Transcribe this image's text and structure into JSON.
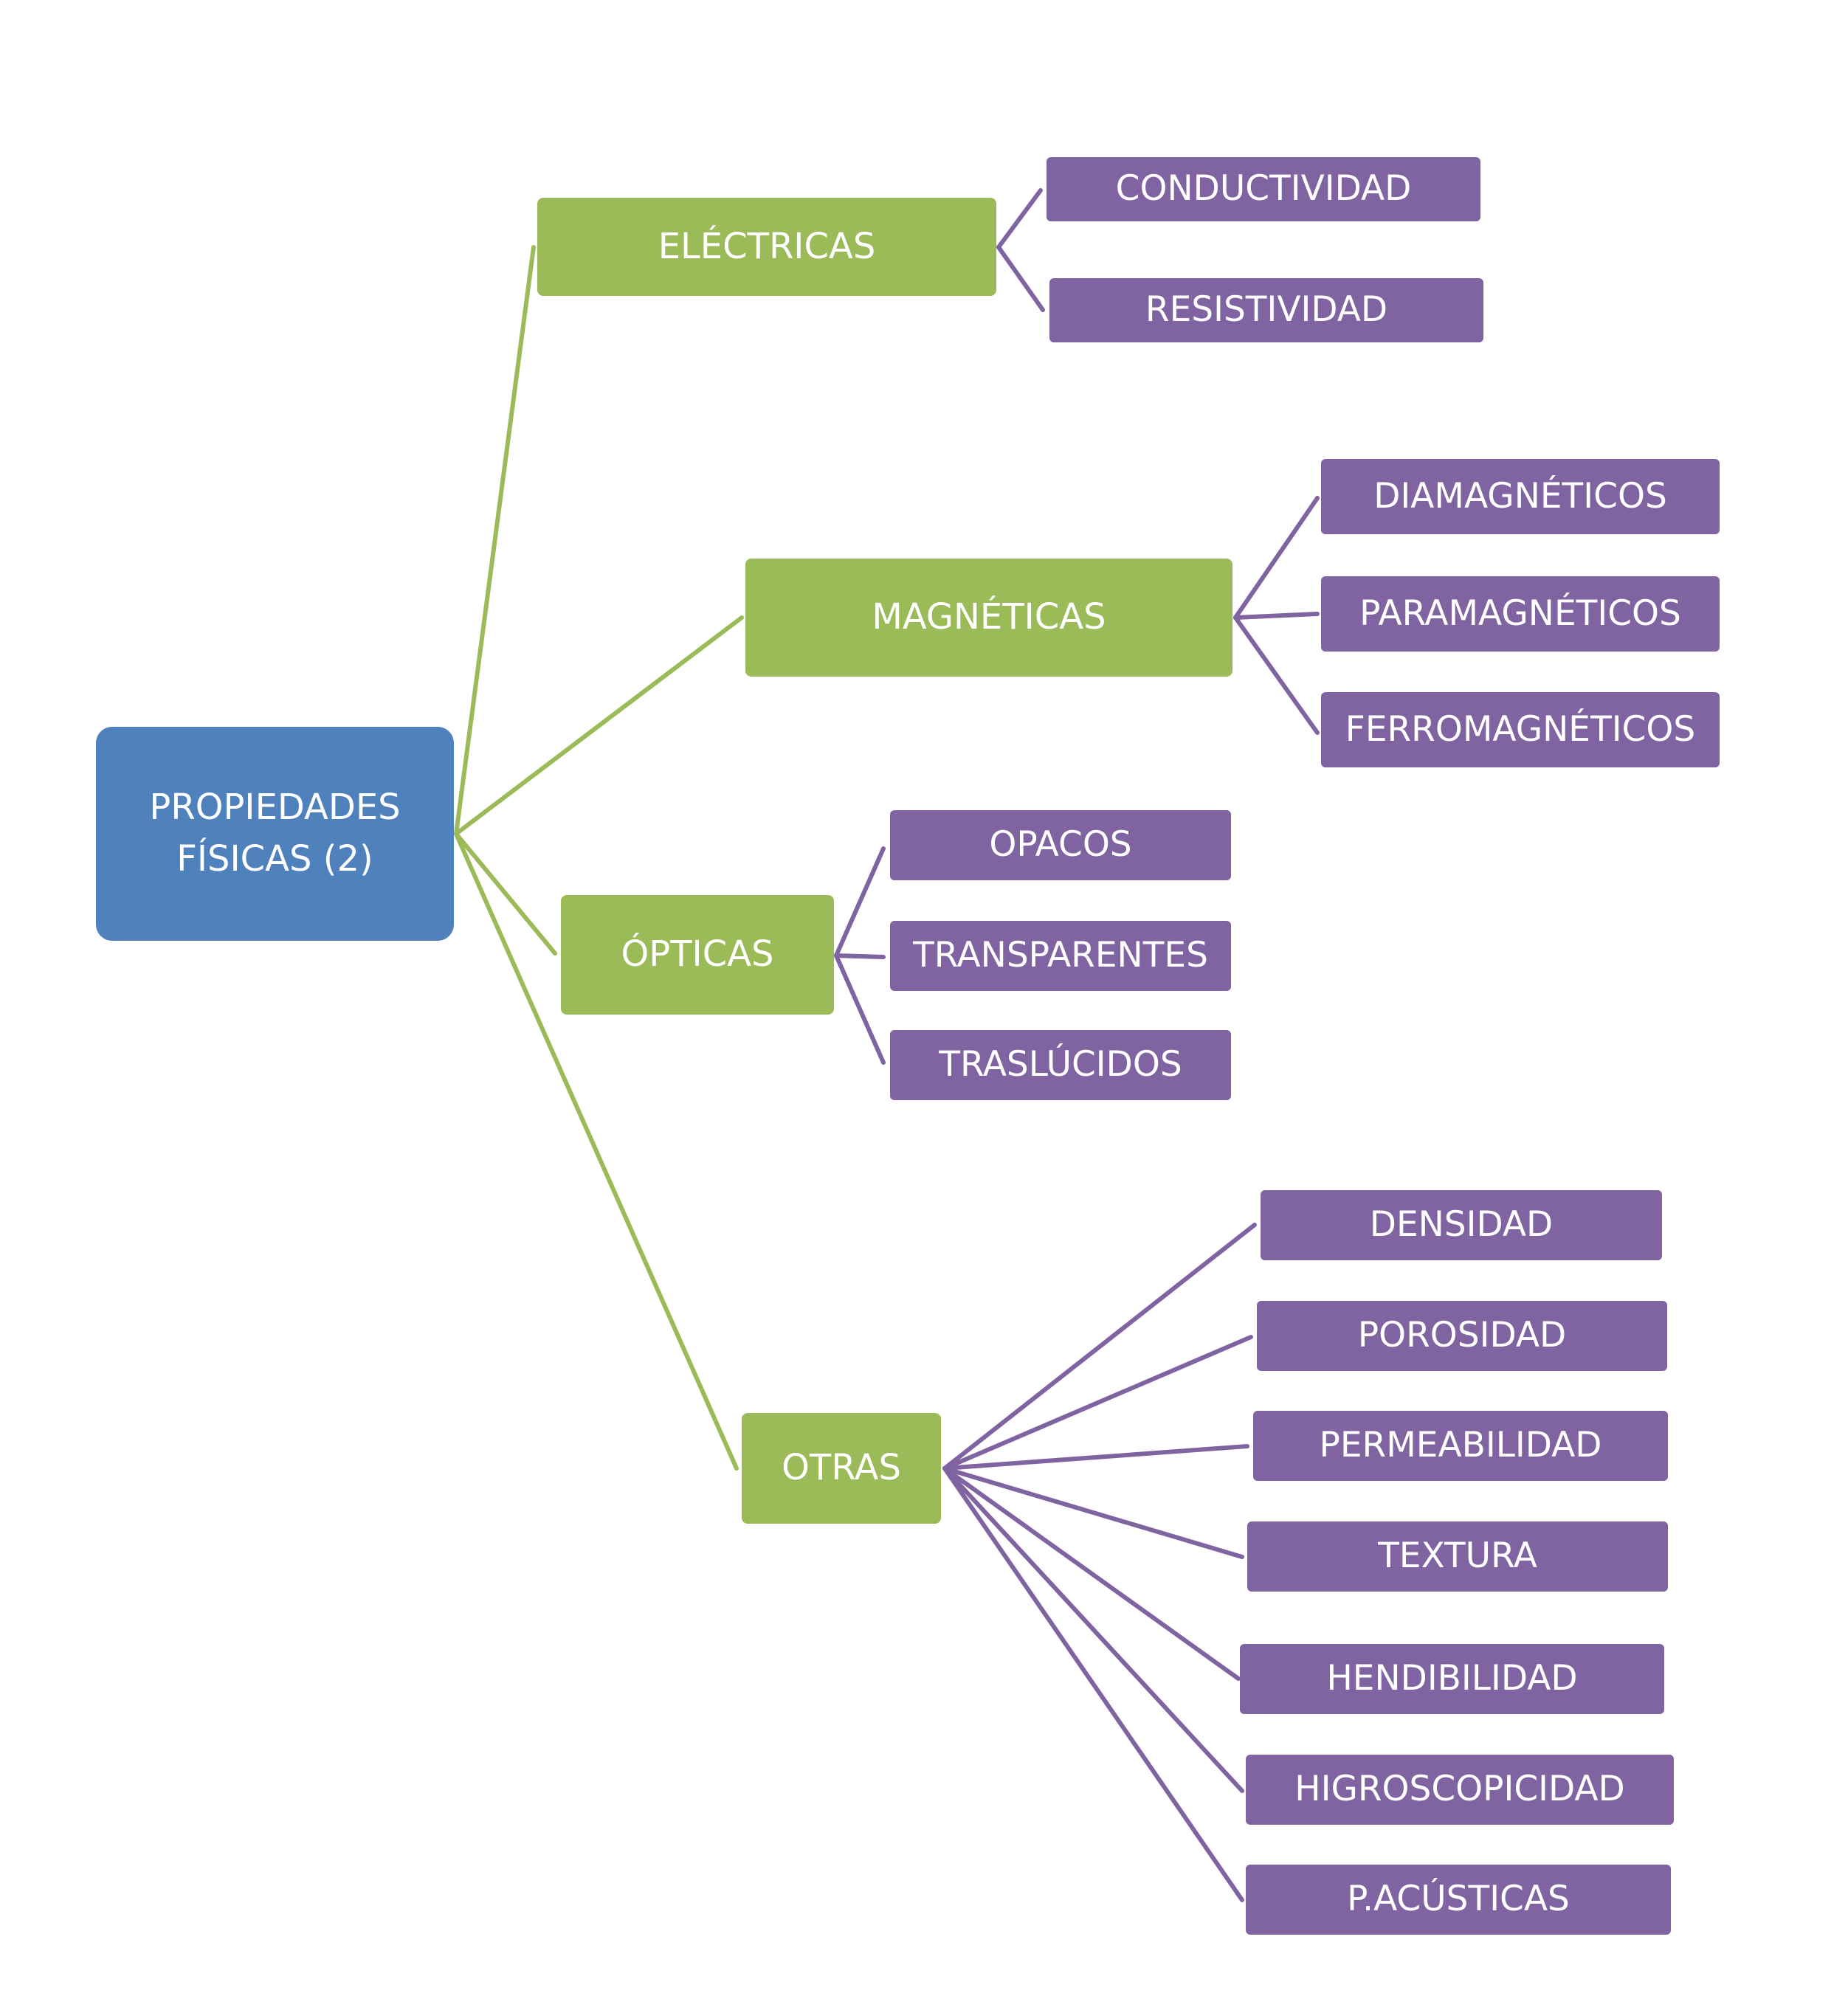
{
  "colors": {
    "root": "#4f81bd",
    "category": "#9bbb59",
    "leaf": "#8064a2"
  },
  "root": {
    "label_line1": "PROPIEDADES",
    "label_line2": "FÍSICAS (2)"
  },
  "categories": {
    "electricas": {
      "label": "ELÉCTRICAS",
      "children": [
        "CONDUCTIVIDAD",
        "RESISTIVIDAD"
      ]
    },
    "magneticas": {
      "label": "MAGNÉTICAS",
      "children": [
        "DIAMAGNÉTICOS",
        "PARAMAGNÉTICOS",
        "FERROMAGNÉTICOS"
      ]
    },
    "opticas": {
      "label": "ÓPTICAS",
      "children": [
        "OPACOS",
        "TRANSPARENTES",
        "TRASLÚCIDOS"
      ]
    },
    "otras": {
      "label": "OTRAS",
      "children": [
        "DENSIDAD",
        "POROSIDAD",
        "PERMEABILIDAD",
        "TEXTURA",
        "HENDIBILIDAD",
        "HIGROSCOPICIDAD",
        "P.ACÚSTICAS"
      ]
    }
  }
}
